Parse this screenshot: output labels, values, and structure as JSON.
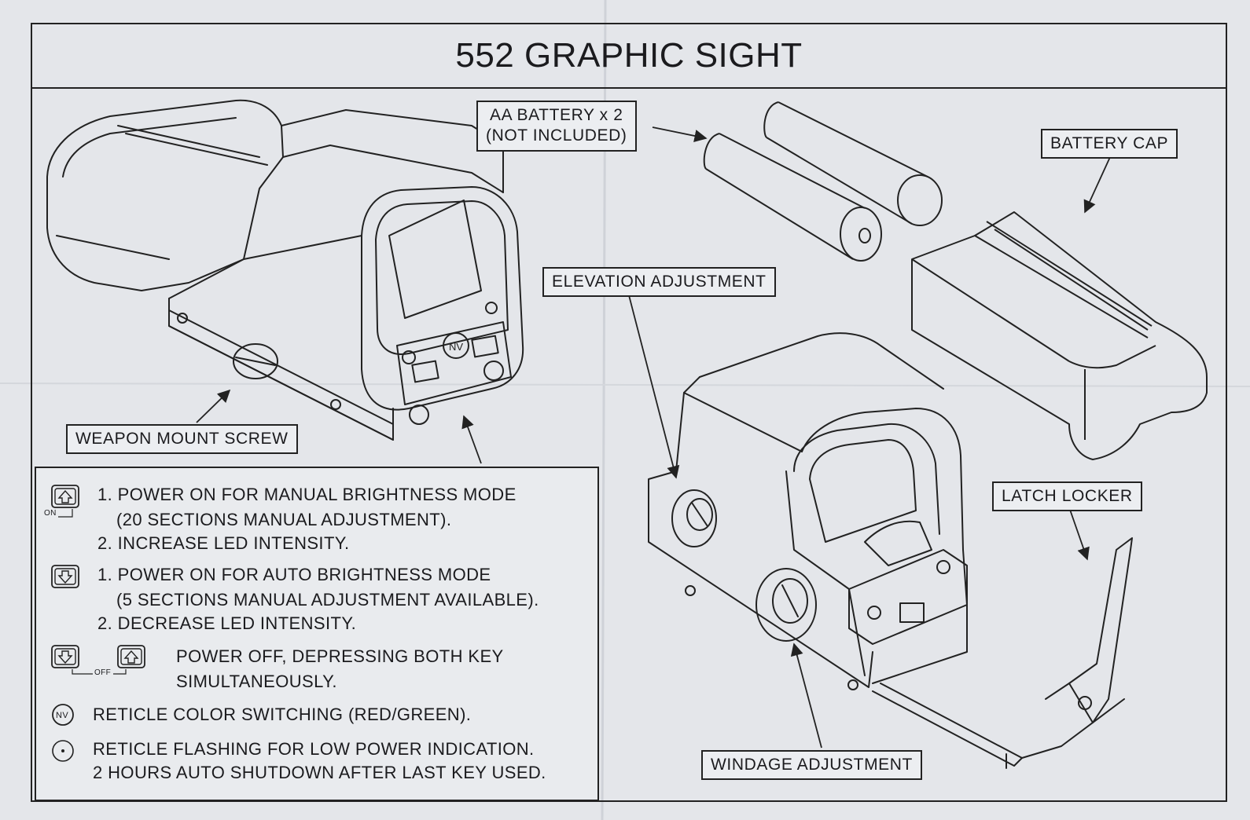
{
  "title": "552 GRAPHIC SIGHT",
  "labels": {
    "battery_line1": "AA BATTERY x 2",
    "battery_line2": "(NOT INCLUDED)",
    "battery_cap": "BATTERY CAP",
    "elevation": "ELEVATION ADJUSTMENT",
    "weapon_mount": "WEAPON MOUNT SCREW",
    "latch_locker": "LATCH LOCKER",
    "windage": "WINDAGE ADJUSTMENT"
  },
  "icon_text": {
    "on": "ON",
    "off": "OFF",
    "nv": "NV"
  },
  "legend": {
    "up": {
      "icon": "up-arrow-key-icon",
      "line1": "1. POWER ON FOR MANUAL BRIGHTNESS MODE",
      "line2": "(20 SECTIONS MANUAL ADJUSTMENT).",
      "line3": "2. INCREASE LED INTENSITY."
    },
    "down": {
      "icon": "down-arrow-key-icon",
      "line1": "1. POWER ON FOR AUTO BRIGHTNESS MODE",
      "line2": "(5 SECTIONS MANUAL ADJUSTMENT AVAILABLE).",
      "line3": "2. DECREASE LED INTENSITY."
    },
    "both": {
      "icon": "both-keys-icon",
      "line1": "POWER OFF, DEPRESSING BOTH KEY",
      "line2": "SIMULTANEOUSLY."
    },
    "nv": {
      "icon": "nv-button-icon",
      "line1": "RETICLE COLOR SWITCHING (RED/GREEN)."
    },
    "flash": {
      "icon": "reticle-dot-icon",
      "line1": "RETICLE FLASHING FOR LOW POWER INDICATION.",
      "line2": "2 HOURS AUTO SHUTDOWN AFTER LAST KEY USED."
    }
  }
}
